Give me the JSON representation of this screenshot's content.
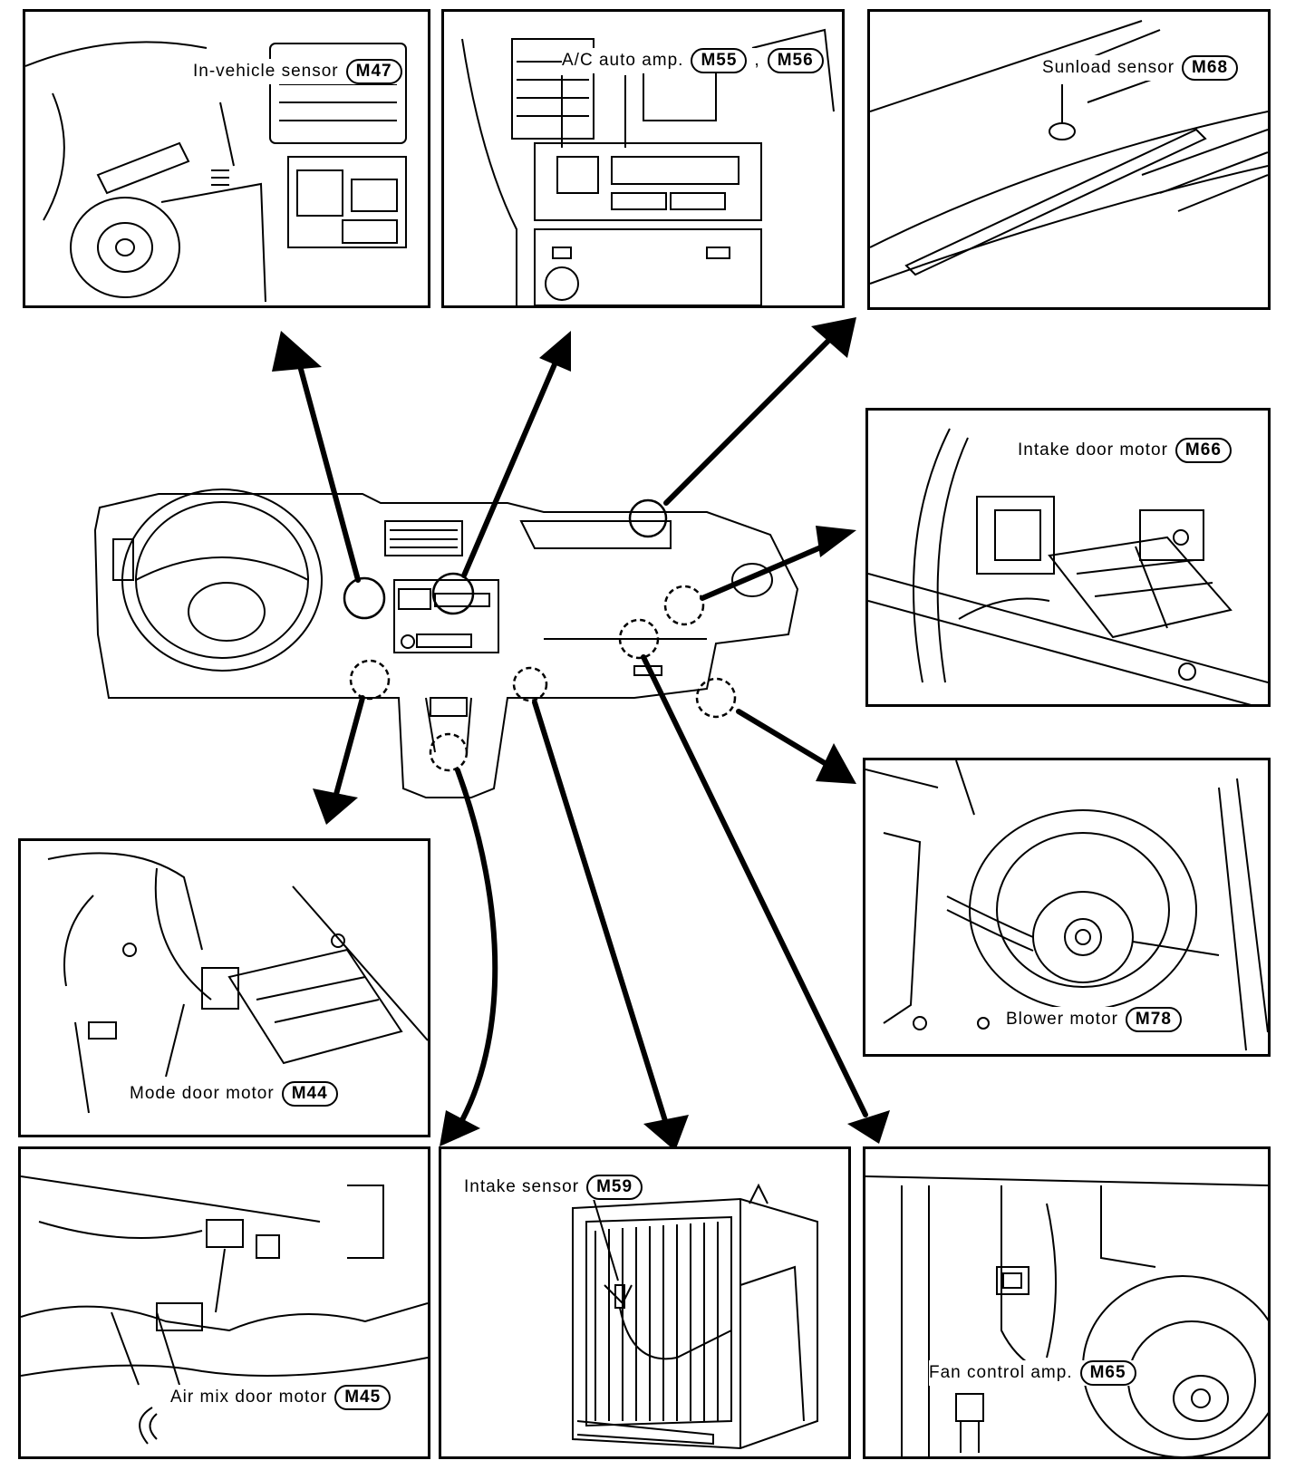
{
  "panels": {
    "in_vehicle": {
      "label": "In-vehicle sensor",
      "code": "M47"
    },
    "ac_amp": {
      "label": "A/C auto amp.",
      "code": "M55",
      "code2": "M56"
    },
    "sunload": {
      "label": "Sunload sensor",
      "code": "M68"
    },
    "intake_door": {
      "label": "Intake door motor",
      "code": "M66"
    },
    "blower": {
      "label": "Blower motor",
      "code": "M78"
    },
    "mode_door": {
      "label": "Mode door motor",
      "code": "M44"
    },
    "air_mix": {
      "label": "Air mix door motor",
      "code": "M45"
    },
    "intake_sensor": {
      "label": "Intake sensor",
      "code": "M59"
    },
    "fan_amp": {
      "label": "Fan control amp.",
      "code": "M65"
    }
  }
}
